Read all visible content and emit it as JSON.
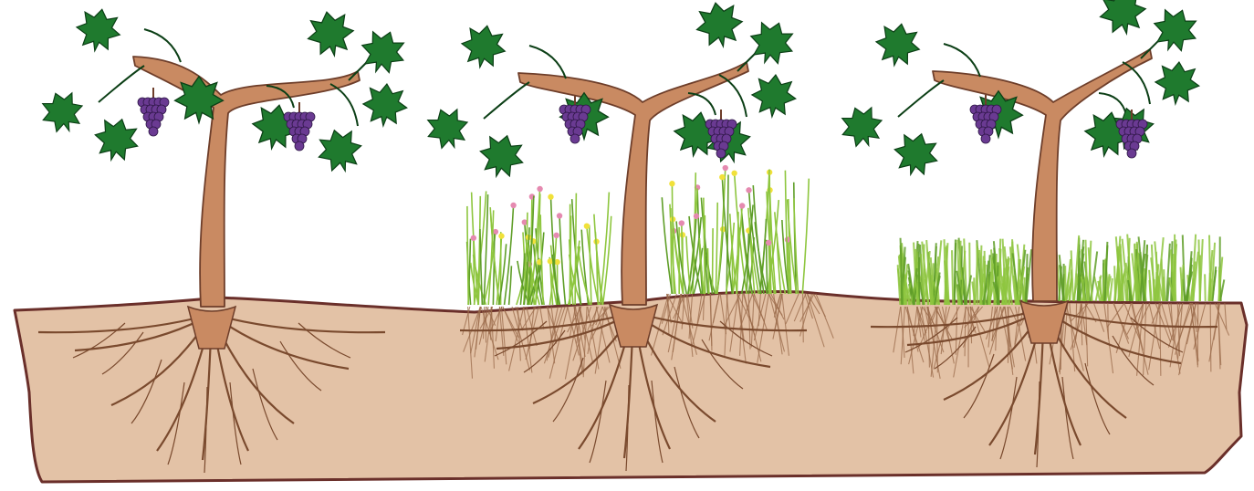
{
  "colors": {
    "soil_fill": "#e3c2a6",
    "soil_edge": "#6a2f2a",
    "trunk_fill": "#c98a62",
    "trunk_edge": "#6e3e2a",
    "root": "#7a4a2e",
    "fine_root": "#9a6a4a",
    "leaf": "#1f7a2e",
    "leaf_edge": "#0c3f16",
    "grape": "#6a3a92",
    "grape_edge": "#2e1746",
    "grass": "#8ec63f",
    "grass_dark": "#5f9e28",
    "flower_yellow": "#f1e13a",
    "flower_pink": "#e58ab0"
  },
  "panels": [
    {
      "id": "vine-bare-soil",
      "ground_cover": "none"
    },
    {
      "id": "vine-wildflower-cover",
      "ground_cover": "wildflowers"
    },
    {
      "id": "vine-grass-cover",
      "ground_cover": "grass"
    }
  ]
}
